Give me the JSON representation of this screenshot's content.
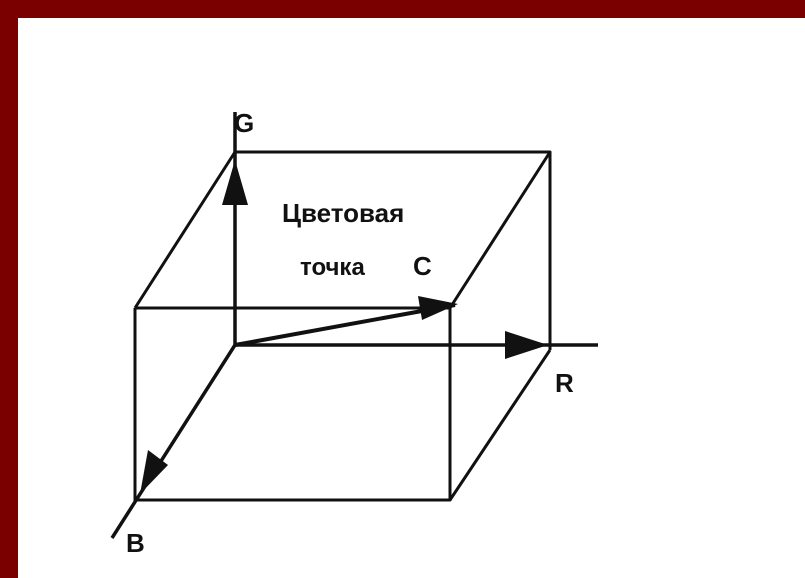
{
  "colors": {
    "frame": "#7a0000",
    "background": "#ffffff",
    "ink": "#111111"
  },
  "diagram": {
    "axes": {
      "g_label": "G",
      "r_label": "R",
      "b_label": "B"
    },
    "point": {
      "caption_line1": "Цветовая",
      "caption_line2": "точка",
      "name": "C"
    }
  }
}
